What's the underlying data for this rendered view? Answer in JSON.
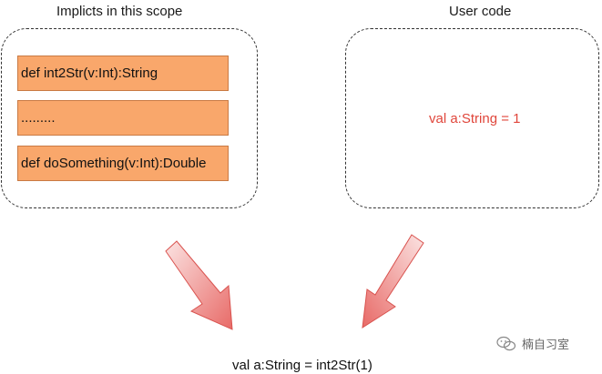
{
  "left_panel": {
    "title": "Implicts in this scope",
    "items": [
      "def int2Str(v:Int):String",
      ".........",
      "def doSomething(v:Int):Double"
    ]
  },
  "right_panel": {
    "title": "User code",
    "code": "val a:String = 1"
  },
  "result": {
    "code": "val a:String = int2Str(1)"
  },
  "watermark": {
    "text": "楠自习室"
  },
  "colors": {
    "item_fill": "#f9a76b",
    "error_text": "#e0463b",
    "arrow_fill": "#e86a67"
  },
  "icons": {
    "watermark": "wechat-icon"
  }
}
